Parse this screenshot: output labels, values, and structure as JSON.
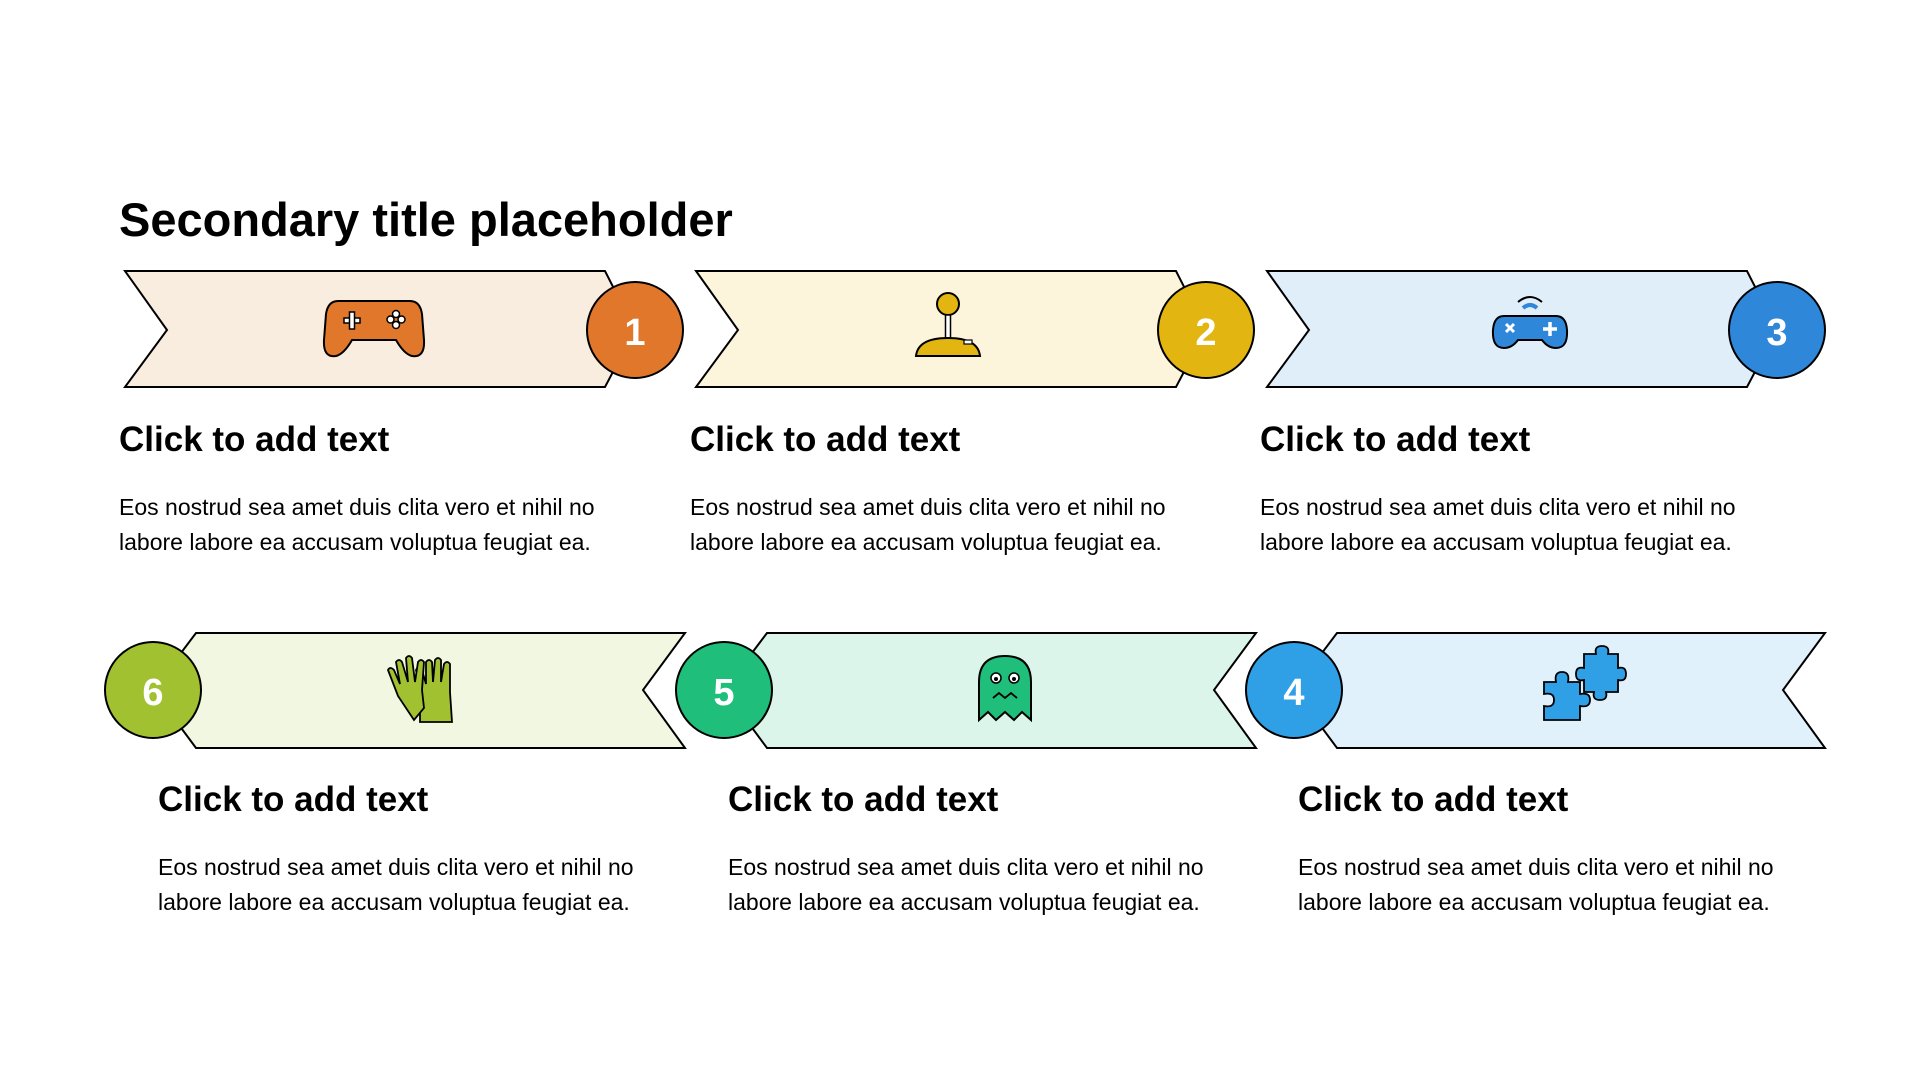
{
  "title": "Secondary title placeholder",
  "steps": [
    {
      "number": "1",
      "icon": "gamepad-icon",
      "fill": "#f9ede0",
      "accent": "#e0772a",
      "heading": "Click to add text",
      "body": "Eos nostrud sea amet duis clita vero et nihil no labore labore ea accusam voluptua feugiat ea."
    },
    {
      "number": "2",
      "icon": "joystick-icon",
      "fill": "#fcf5dc",
      "accent": "#e3b511",
      "heading": "Click to add text",
      "body": "Eos nostrud sea amet duis clita vero et nihil no labore labore ea accusam voluptua feugiat ea."
    },
    {
      "number": "3",
      "icon": "wireless-controller-icon",
      "fill": "#e0eef9",
      "accent": "#2e87d9",
      "heading": "Click to add text",
      "body": "Eos nostrud sea amet duis clita vero et nihil no labore labore ea accusam voluptua feugiat ea."
    },
    {
      "number": "4",
      "icon": "puzzle-icon",
      "fill": "#e1f1fb",
      "accent": "#2f9fe6",
      "heading": "Click to add text",
      "body": "Eos nostrud sea amet duis clita vero et nihil no labore labore ea accusam voluptua feugiat ea."
    },
    {
      "number": "5",
      "icon": "ghost-icon",
      "fill": "#dcf5ea",
      "accent": "#1fbe7a",
      "heading": "Click to add text",
      "body": "Eos nostrud sea amet duis clita vero et nihil no labore labore ea accusam voluptua feugiat ea."
    },
    {
      "number": "6",
      "icon": "gloves-icon",
      "fill": "#f1f7e1",
      "accent": "#a2c131",
      "heading": "Click to add text",
      "body": "Eos nostrud sea amet duis clita vero et nihil no labore labore ea accusam voluptua feugiat ea."
    }
  ]
}
